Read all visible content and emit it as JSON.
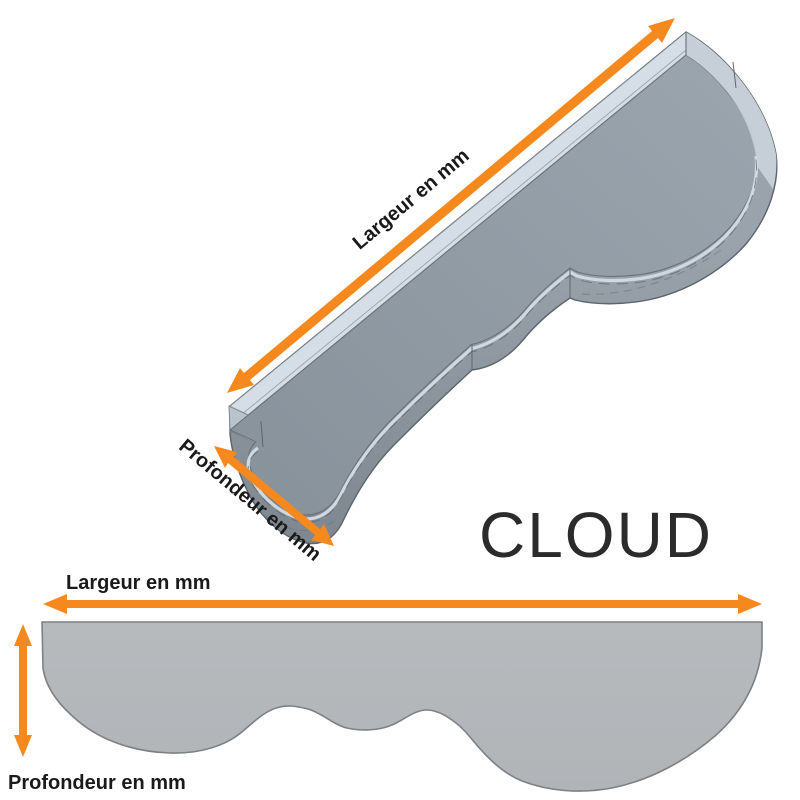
{
  "product": {
    "name": "CLOUD"
  },
  "colors": {
    "accent_orange": "#F6891E",
    "label_text": "#1a1a1a",
    "title_text": "#2b2b2b",
    "shelf_top_strip": "#d5dee6",
    "shelf_end_cap": "#b9c3cc",
    "shelf_edge_band": "#cbd4dc",
    "front_view_fill": "#b5b8bb"
  },
  "iso_view": {
    "width_label": "Largeur en mm",
    "depth_label": "Profondeur en mm"
  },
  "front_view": {
    "width_label": "Largeur en mm",
    "depth_label": "Profondeur en mm"
  }
}
